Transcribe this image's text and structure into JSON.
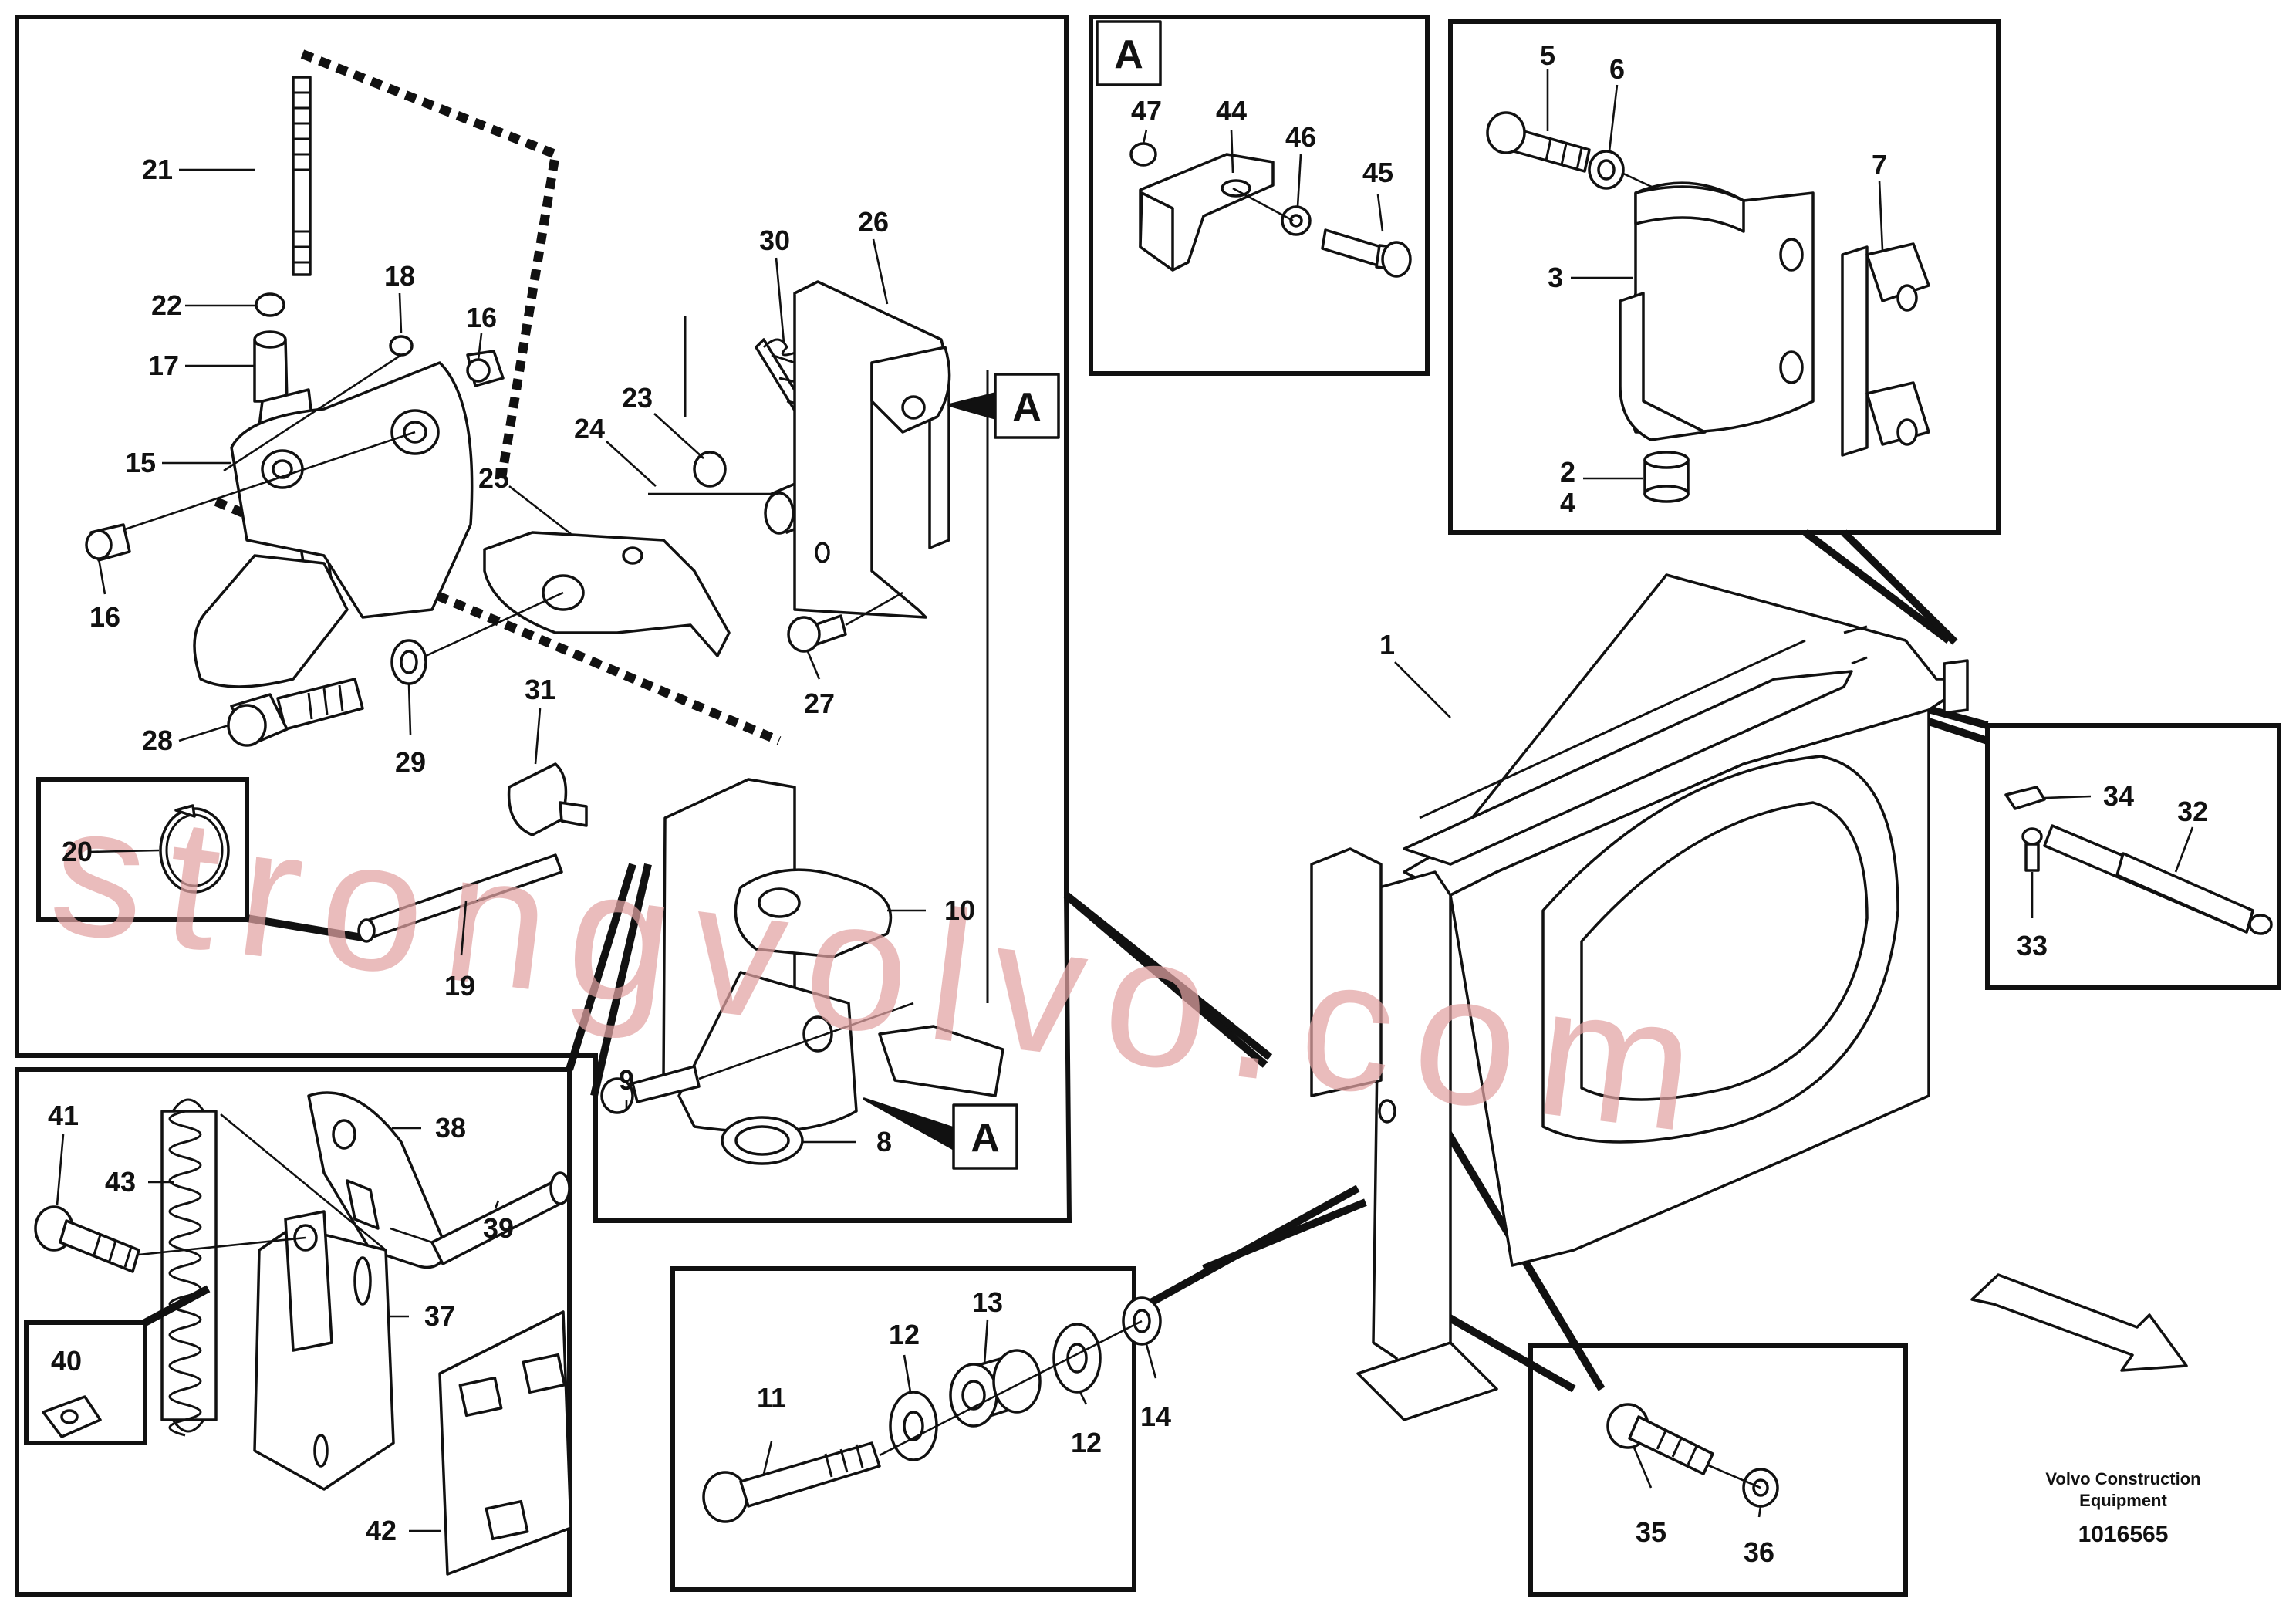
{
  "diagram": {
    "doc_number": "1016565",
    "publisher_line1": "Volvo Construction",
    "publisher_line2": "Equipment",
    "watermark": "strongvolvo.com",
    "detail_callout": "A",
    "part_labels": {
      "p1": "1",
      "p2": "2",
      "p3": "3",
      "p4": "4",
      "p5": "5",
      "p6": "6",
      "p7": "7",
      "p8": "8",
      "p9": "9",
      "p10": "10",
      "p11": "11",
      "p12a": "12",
      "p12b": "12",
      "p13": "13",
      "p14": "14",
      "p15": "15",
      "p16a": "16",
      "p16b": "16",
      "p17": "17",
      "p18": "18",
      "p19": "19",
      "p20": "20",
      "p21": "21",
      "p22": "22",
      "p23": "23",
      "p24": "24",
      "p25": "25",
      "p26": "26",
      "p27": "27",
      "p28": "28",
      "p29": "29",
      "p30": "30",
      "p31": "31",
      "p32": "32",
      "p33": "33",
      "p34": "34",
      "p35": "35",
      "p36": "36",
      "p37": "37",
      "p38": "38",
      "p39": "39",
      "p40": "40",
      "p41": "41",
      "p42": "42",
      "p43": "43",
      "p44": "44",
      "p45": "45",
      "p46": "46",
      "p47": "47"
    }
  }
}
